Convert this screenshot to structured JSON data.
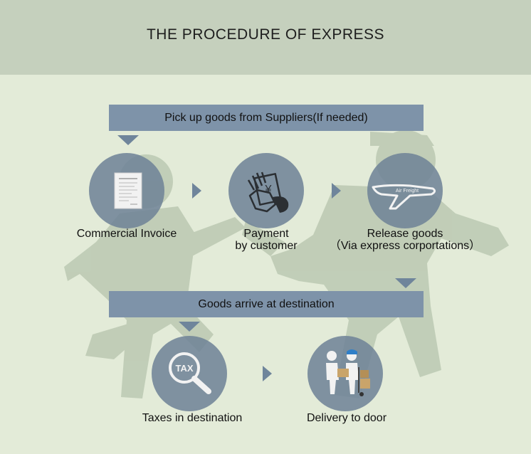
{
  "title": "THE PROCEDURE OF EXPRESS",
  "top_bar": "Pick up goods from Suppliers(If needed)",
  "middle_bar": "Goods arrive at destination",
  "steps": {
    "invoice": {
      "label": "Commercial Invoice"
    },
    "payment": {
      "line1": "Payment",
      "line2": "by customer",
      "icon_text": "¥"
    },
    "release": {
      "line1": "Release goods",
      "line2": "（Via express corportations）",
      "icon_text": "Air Freight"
    },
    "taxes": {
      "label": "Taxes in destination",
      "icon_text": "TAX"
    },
    "delivery": {
      "label": "Delivery to door"
    }
  },
  "colors": {
    "header": "#c5d0bd",
    "background": "#e3ebd8",
    "bar": "#7e93a9",
    "circle": "#6d8196",
    "arrow": "#6f859b"
  }
}
